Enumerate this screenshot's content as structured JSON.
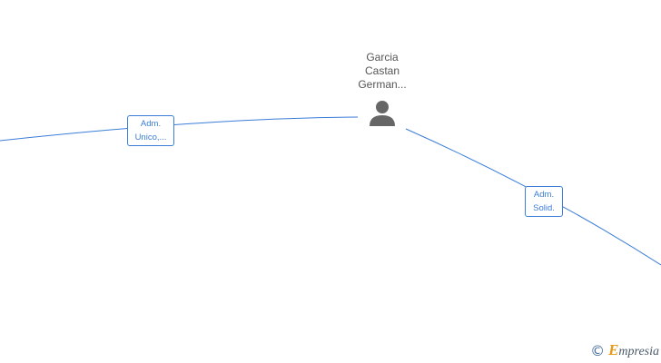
{
  "person": {
    "name_lines": [
      "Garcia",
      "Castan",
      "German..."
    ],
    "icon": "person-icon"
  },
  "edges": {
    "left": {
      "label_line1": "Adm.",
      "label_line2": "Unico,..."
    },
    "right": {
      "label_line1": "Adm.",
      "label_line2": "Solid."
    }
  },
  "watermark": {
    "copyright_symbol": "©",
    "brand_first_letter": "E",
    "brand_rest": "mpresia"
  },
  "colors": {
    "edge": "#3b7dd8",
    "person_icon": "#666666",
    "text": "#555555",
    "brand_accent": "#e59a1c"
  }
}
